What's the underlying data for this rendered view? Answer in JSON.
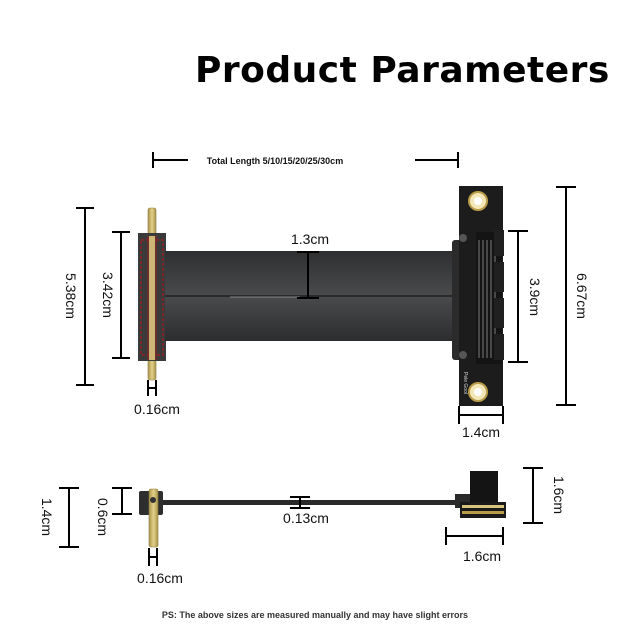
{
  "title": "Product Parameters",
  "top_view": {
    "total_length": "Total Length 5/10/15/20/25/30cm",
    "cable_width": "1.3cm",
    "left_height": "3.42cm",
    "overall_left_height": "5.38cm",
    "right_height": "3.9cm",
    "overall_right_height": "6.67cm",
    "pcb_thickness": "0.16cm",
    "slot_width": "1.4cm",
    "bracket_text": "Pele Gool"
  },
  "side_view": {
    "left_height": "1.4cm",
    "connector_height": "0.6cm",
    "cable_thickness": "0.13cm",
    "right_height": "1.6cm",
    "right_width": "1.6cm",
    "pcb_thickness": "0.16cm"
  },
  "footer_note": "PS: The above sizes are measured manually and may have slight errors",
  "colors": {
    "cable": "#3c3d3e",
    "gold": "#c9b46a",
    "connector_red": "#9a1f22",
    "bracket": "#1c1c1c"
  }
}
